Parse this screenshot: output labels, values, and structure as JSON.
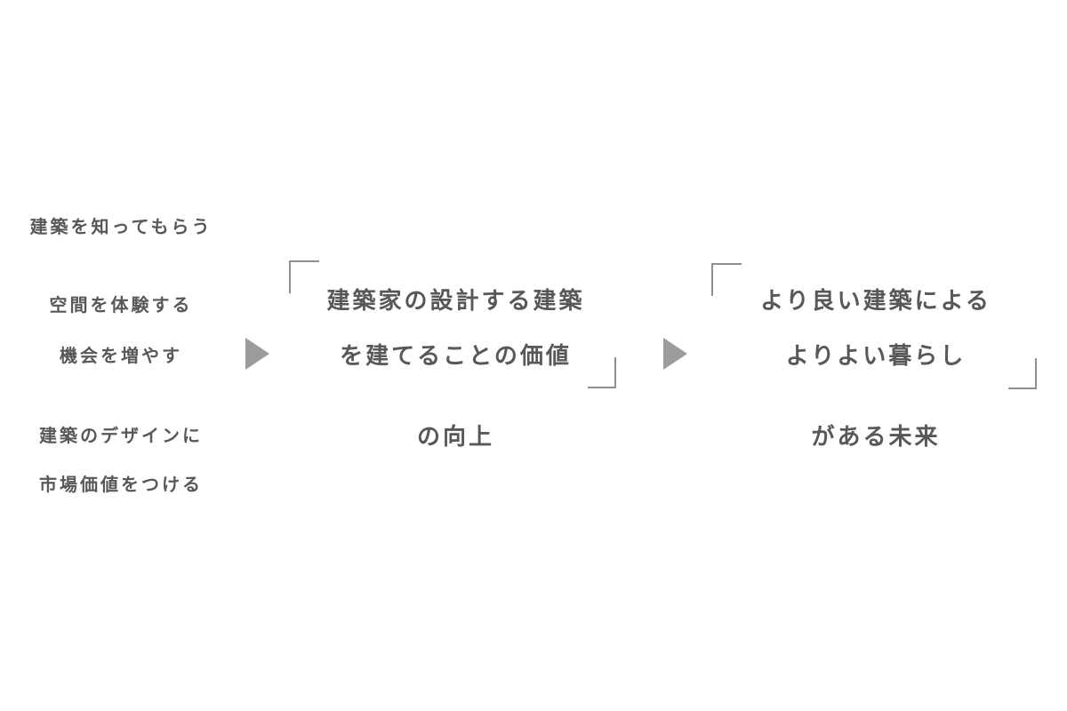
{
  "diagram": {
    "background_color": "#ffffff",
    "text_color": "#5a5857",
    "bracket_color": "#8f8f8f",
    "arrow_color": "#9c9c9c",
    "goals": [
      {
        "lines": [
          "建築を知ってもらう"
        ]
      },
      {
        "lines": [
          "空間を体験する",
          "機会を増やす"
        ]
      },
      {
        "lines": [
          "建築のデザインに",
          "市場価値をつける"
        ]
      }
    ],
    "arrows": [
      {
        "icon": "triangle-right"
      },
      {
        "icon": "triangle-right"
      }
    ],
    "stages": [
      {
        "quoted_lines": [
          "建築家の設計する建築",
          "を建てることの価値"
        ],
        "suffix": "の向上"
      },
      {
        "quoted_lines": [
          "より良い建築による",
          "よりよい暮らし"
        ],
        "suffix": "がある未来"
      }
    ]
  }
}
